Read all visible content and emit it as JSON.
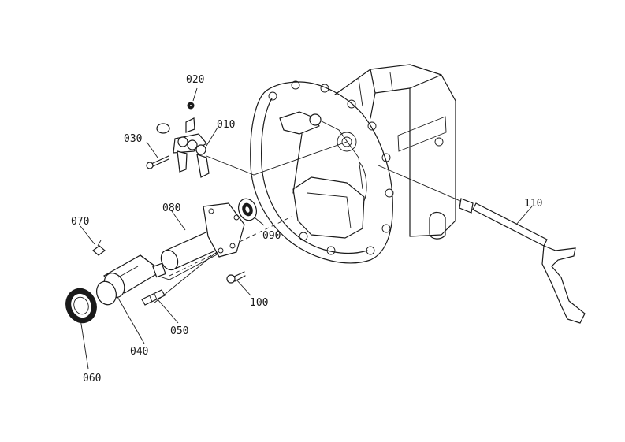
{
  "callouts": {
    "c010": "010",
    "c020": "020",
    "c030": "030",
    "c040": "040",
    "c050": "050",
    "c060": "060",
    "c070": "070",
    "c080": "080",
    "c090": "090",
    "c100": "100",
    "c110": "110"
  }
}
